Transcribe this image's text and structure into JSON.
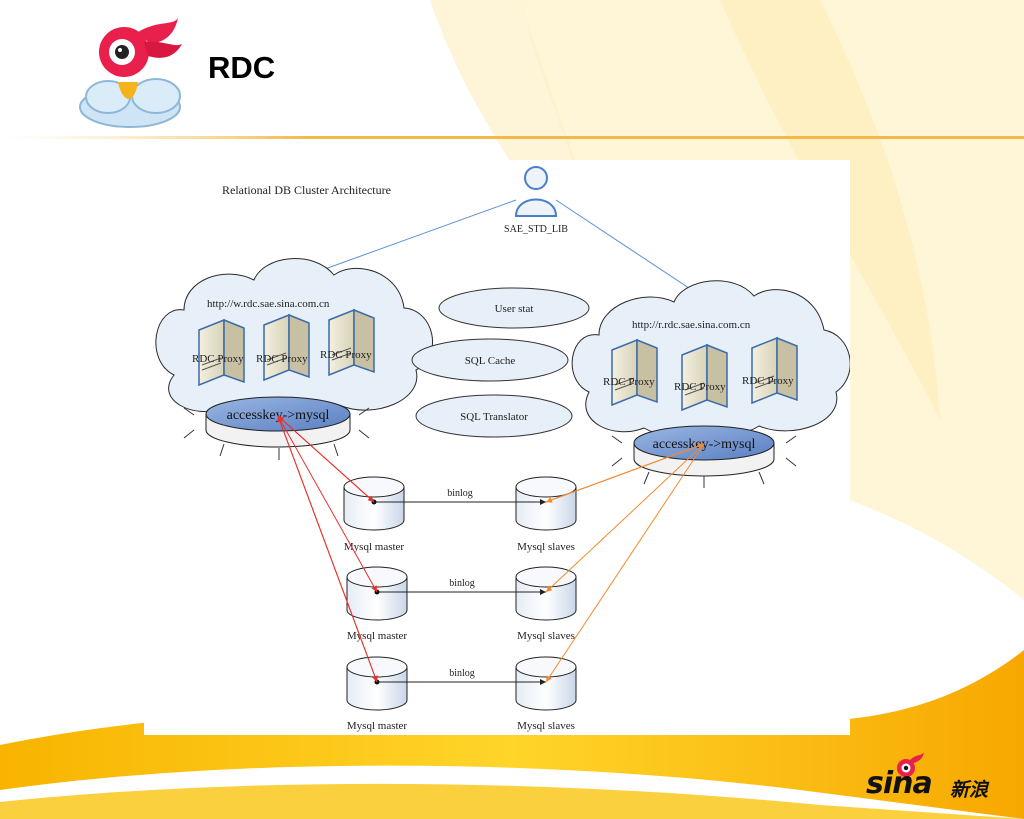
{
  "slide": {
    "title": "RDC"
  },
  "brand": {
    "latin": "sina",
    "chinese": "新浪"
  },
  "diagram": {
    "heading": "Relational DB Cluster Architecture",
    "user_label": "SAE_STD_LIB",
    "write_cluster": {
      "url": "http://w.rdc.sae.sina.com.cn",
      "proxy_label": "RDC Proxy",
      "router_label": "accesskey->mysql"
    },
    "read_cluster": {
      "url": "http://r.rdc.sae.sina.com.cn",
      "proxy_label": "RDC Proxy",
      "router_label": "accesskey->mysql"
    },
    "services": [
      "User stat",
      "SQL Cache",
      "SQL Translator"
    ],
    "replication_label": "binlog",
    "master_label": "Mysql master",
    "slave_label": "Mysql slaves"
  },
  "colors": {
    "write_link": "#e8302a",
    "read_link": "#f28a30",
    "user_link": "#5b8fd6",
    "disk_top": "#6f90c8"
  }
}
